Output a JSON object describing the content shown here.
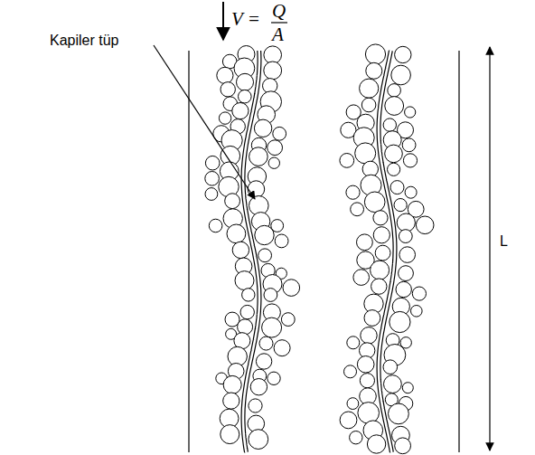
{
  "diagram": {
    "labels": [
      "V =",
      "Q",
      "A",
      "Kapiler tüp",
      "L"
    ]
  }
}
